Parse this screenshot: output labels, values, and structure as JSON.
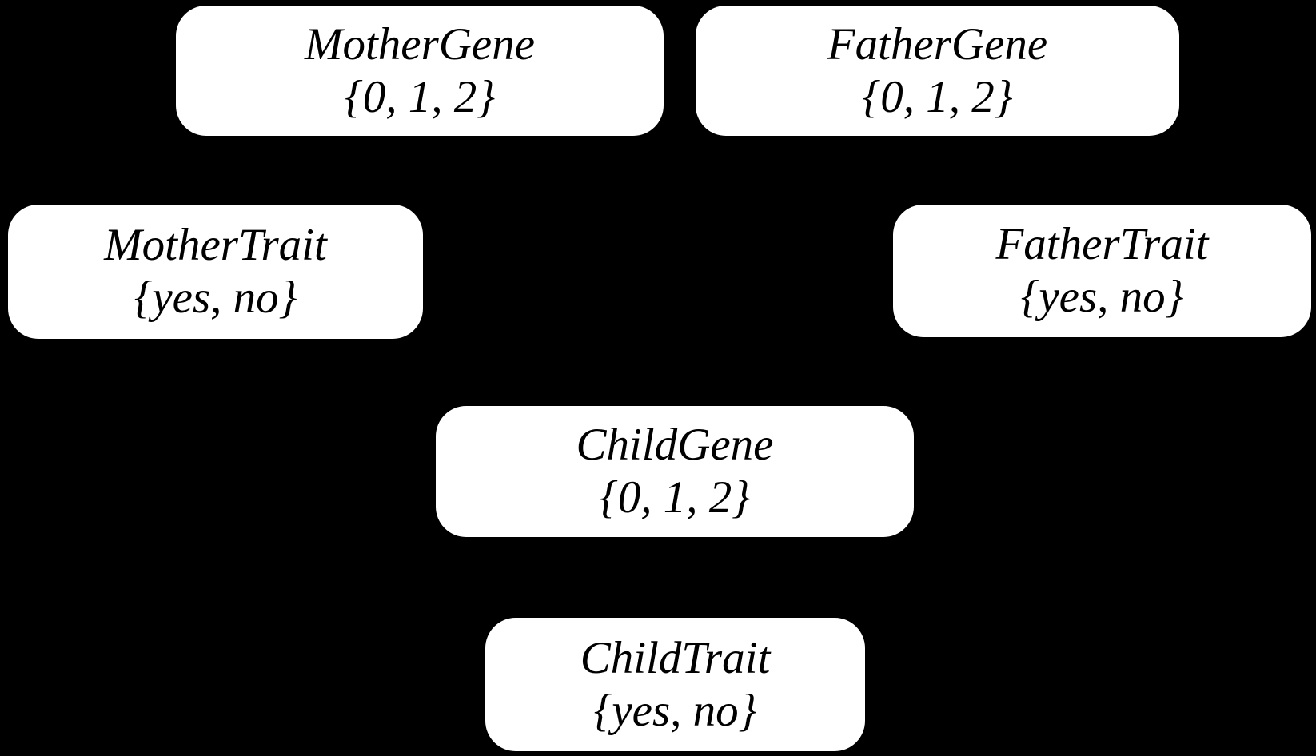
{
  "diagram": {
    "type": "bayesian-network",
    "background_color": "#000000",
    "node_fill_color": "#ffffff",
    "node_text_color": "#000000",
    "edges_visible": false
  },
  "nodes": [
    {
      "id": "mother-gene",
      "label": "MotherGene",
      "domain": "{0, 1, 2}"
    },
    {
      "id": "father-gene",
      "label": "FatherGene",
      "domain": "{0, 1, 2}"
    },
    {
      "id": "mother-trait",
      "label": "MotherTrait",
      "domain": "{yes, no}"
    },
    {
      "id": "father-trait",
      "label": "FatherTrait",
      "domain": "{yes, no}"
    },
    {
      "id": "child-gene",
      "label": "ChildGene",
      "domain": "{0, 1, 2}"
    },
    {
      "id": "child-trait",
      "label": "ChildTrait",
      "domain": "{yes, no}"
    }
  ]
}
